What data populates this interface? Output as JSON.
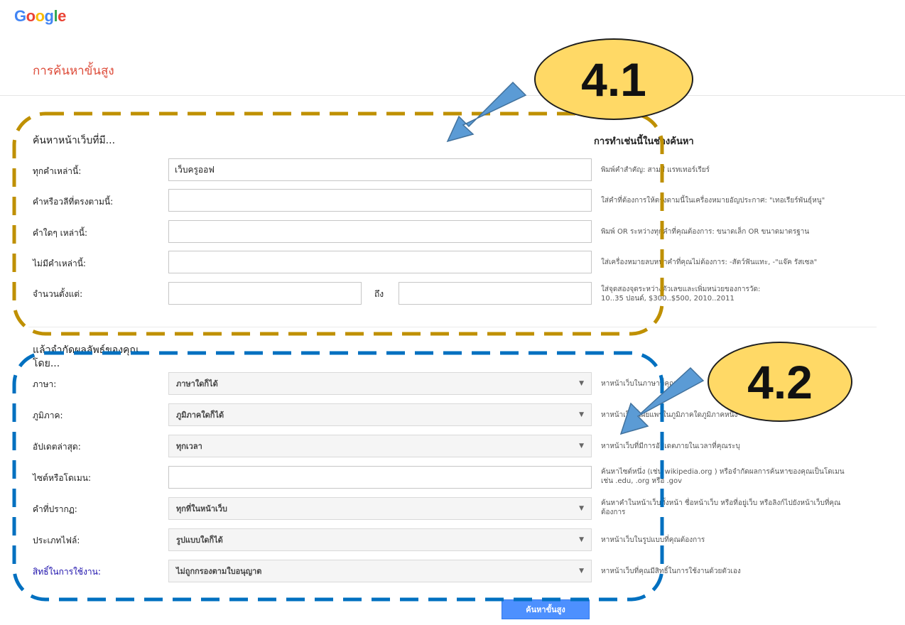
{
  "logo": {
    "letters": [
      "G",
      "o",
      "o",
      "g",
      "l",
      "e"
    ],
    "colors": [
      "#4285f4",
      "#ea4335",
      "#fbbc05",
      "#4285f4",
      "#34a853",
      "#ea4335"
    ]
  },
  "page_title": "การค้นหาขั้นสูง",
  "section1": {
    "title": "ค้นหาหน้าเว็บที่มี...",
    "column_header": "การทำเช่นนี้ในช่องค้นหา",
    "rows": [
      {
        "label": "ทุกคำเหล่านี้:",
        "value": "เว็บครูออฟ",
        "hint": "พิมพ์คำสำคัญ: สามสี แรทเทอร์เรียร์"
      },
      {
        "label": "คำหรือวลีที่ตรงตามนี้:",
        "value": "",
        "hint": "ใส่คำที่ต้องการให้ตรงตามนี้ในเครื่องหมายอัญประกาศ: \"เทอเรียร์พันธุ์หนู\""
      },
      {
        "label": "คำใดๆ เหล่านี้:",
        "value": "",
        "hint": "พิมพ์ OR ระหว่างทุกคำที่คุณต้องการ: ขนาดเล็ก OR ขนาดมาตรฐาน"
      },
      {
        "label": "ไม่มีคำเหล่านี้:",
        "value": "",
        "hint": "ใส่เครื่องหมายลบหน้าคำที่คุณไม่ต้องการ: -สัตว์ฟันแทะ, -\"แจ๊ค รัสเซล\""
      }
    ],
    "range": {
      "label": "จำนวนตั้งแต่:",
      "from_value": "",
      "to_label": "ถึง",
      "to_value": "",
      "hint_line1": "ใส่จุดสองจุดระหว่างตัวเลขและเพิ่มหน่วยของการวัด:",
      "hint_line2": "10..35 ปอนด์, $300..$500, 2010..2011"
    }
  },
  "section2": {
    "title_line1": "แล้วจำกัดผลลัพธ์ของคุณ",
    "title_line2": "โดย...",
    "rows": [
      {
        "label": "ภาษา:",
        "type": "select",
        "value": "ภาษาใดก็ได้",
        "hint": "หาหน้าเว็บในภาษาที่คุณเลือก"
      },
      {
        "label": "ภูมิภาค:",
        "type": "select",
        "value": "ภูมิภาคใดก็ได้",
        "hint": "หาหน้าเว็บที่เผยแพร่ในภูมิภาคใดภูมิภาคหนึ่ง"
      },
      {
        "label": "อัปเดตล่าสุด:",
        "type": "select",
        "value": "ทุกเวลา",
        "hint": "หาหน้าเว็บที่มีการอัปเดตภายในเวลาที่คุณระบุ"
      },
      {
        "label": "ไซต์หรือโดเมน:",
        "type": "input",
        "value": "",
        "hint_line1": "ค้นหาไซต์หนึ่ง (เช่น wikipedia.org ) หรือจำกัดผลการค้นหาของคุณเป็นโดเมน",
        "hint_line2": "เช่น .edu, .org หรือ .gov"
      },
      {
        "label": "คำที่ปรากฏ:",
        "type": "select",
        "value": "ทุกที่ในหน้าเว็บ",
        "hint_line1": "ค้นหาคำในหน้าเว็บทั้งหน้า ชื่อหน้าเว็บ หรือที่อยู่เว็บ หรือลิงก์ไปยังหน้าเว็บที่คุณ",
        "hint_line2": "ต้องการ"
      },
      {
        "label": "ประเภทไฟล์:",
        "type": "select",
        "value": "รูปแบบใดก็ได้",
        "hint": "หาหน้าเว็บในรูปแบบที่คุณต้องการ"
      },
      {
        "label": "สิทธิ์ในการใช้งาน:",
        "type": "select",
        "value": "ไม่ถูกกรองตามใบอนุญาต",
        "hint": "หาหน้าเว็บที่คุณมีสิทธิ์ในการใช้งานด้วยตัวเอง"
      }
    ]
  },
  "submit_label": "ค้นหาขั้นสูง",
  "annotations": {
    "badge1": "4.1",
    "badge2": "4.2",
    "box1_color": "#bf9000",
    "box2_color": "#0070c0",
    "arrow_color": "#5b9bd5",
    "badge_fill": "#ffd966"
  },
  "icons": {
    "dropdown": "caret-down-icon"
  }
}
